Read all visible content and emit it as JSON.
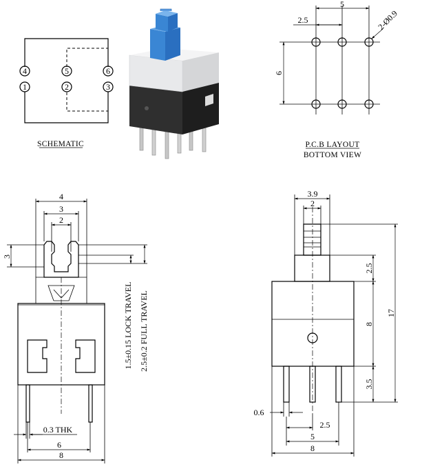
{
  "schematic": {
    "caption": "SCHEMATIC",
    "pins_top": [
      "4",
      "5",
      "6"
    ],
    "pins_bottom": [
      "1",
      "2",
      "3"
    ]
  },
  "pcb": {
    "caption_line1": "P.C.B LAYOUT",
    "caption_line2": "BOTTOM VIEW",
    "dim_pitch": "2.5",
    "dim_span": "5",
    "dim_row": "6",
    "dim_hole": "2-Ø0.9"
  },
  "front_view": {
    "dim_total_width": "4",
    "dim_inner": "3",
    "dim_slot": "2",
    "dim_height": "3",
    "lock_travel": "1.5±0.15 LOCK TRAVEL",
    "full_travel": "2.5±0.2 FULL TRAVEL",
    "thk": "0.3 THK",
    "dim_pins": "6",
    "dim_body": "8"
  },
  "side_view": {
    "dim_cap": "3.9",
    "dim_stem": "2",
    "dim_cap_h": "2.5",
    "dim_body_h": "8",
    "dim_total_h": "17",
    "dim_pin_len": "3.5",
    "dim_pin_w": "0.6",
    "dim_pitch": "2.5",
    "dim_span": "5",
    "dim_body_w": "8"
  },
  "colors": {
    "cap": "#3a86d4",
    "cap_dark": "#1f5fa8",
    "housing_top": "#e9eaec",
    "housing_bottom": "#2b2b2b",
    "pins": "#c9c9c9"
  }
}
